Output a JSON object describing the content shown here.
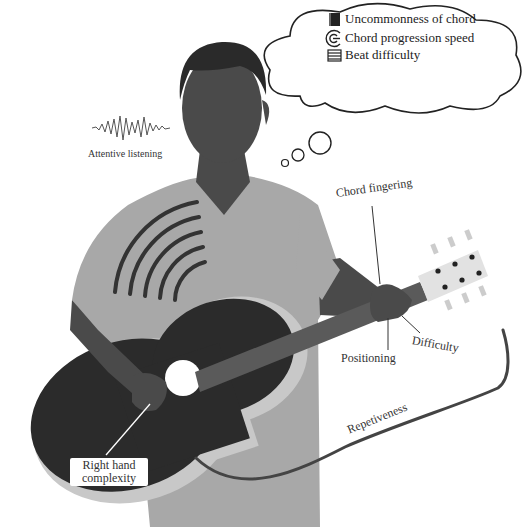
{
  "diagram": {
    "nodes": [
      {
        "text": [
          "Uncommonness of chord",
          "Chord progression speed",
          "Beat difficulty"
        ]
      }
    ],
    "labels": [
      "Attentive listening",
      "Chord fingering",
      "Positioning",
      "Difficulty",
      "Repetiveness",
      "Right hand complexity"
    ]
  }
}
